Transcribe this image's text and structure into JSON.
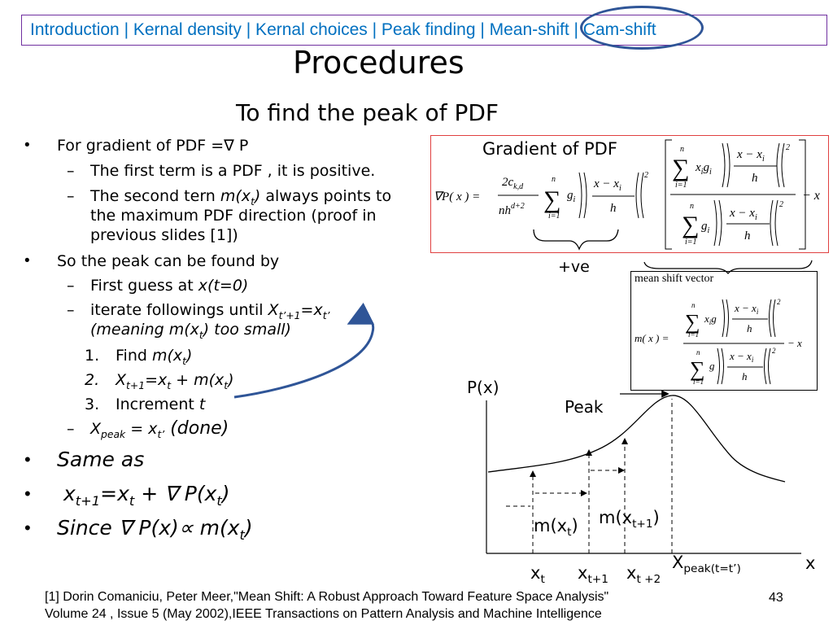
{
  "nav": {
    "text": "Introduction | Kernal density | Kernal choices | Peak finding | Mean-shift | Cam-shift"
  },
  "title": "Procedures",
  "subtitle": "To find the peak of PDF",
  "bullets": {
    "b1": "For gradient of PDF =∇ P",
    "b1_sub1": "The first term is a PDF , it is positive.",
    "b1_sub2_a": "The second tern ",
    "b1_sub2_b": "m(x",
    "b1_sub2_c": "t",
    "b1_sub2_d": ")",
    "b1_sub2_e": " always points to",
    "b1_sub2_line2": "the maximum PDF direction (proof in",
    "b1_sub2_line3": "previous slides [1])",
    "b2": "So the peak can be found by",
    "b2_sub1_a": "First guess at ",
    "b2_sub1_b": "x(t=0)",
    "b2_sub2_a": "iterate followings until ",
    "b2_sub2_b": "X",
    "b2_sub2_c": "t’+1",
    "b2_sub2_d": "=x",
    "b2_sub2_e": "t’",
    "b2_sub2_line2_a": "(meaning m(x",
    "b2_sub2_line2_b": "t",
    "b2_sub2_line2_c": ") too small)",
    "step1_num": "1.",
    "step1_a": "Find ",
    "step1_b": "m(x",
    "step1_c": "t",
    "step1_d": ")",
    "step2_num": "2.",
    "step2_a": "X",
    "step2_b": "t+1",
    "step2_c": "=x",
    "step2_d": "t",
    "step2_e": " + m(x",
    "step2_f": "t",
    "step2_g": ")",
    "step3_num": "3.",
    "step3_a": "Increment ",
    "step3_b": "t",
    "b2_sub3_a": "X",
    "b2_sub3_b": "peak",
    "b2_sub3_c": " = x",
    "b2_sub3_d": "t’",
    "b2_sub3_e": " (done)",
    "b3": "Same as",
    "b4_a": "x",
    "b4_b": "t+1",
    "b4_c": "=x",
    "b4_d": "t",
    "b4_e": " + ",
    "b4_f": "∇",
    "b4_g": " P(x",
    "b4_h": "t",
    "b4_i": ")",
    "b5_a": "Since ",
    "b5_b": "∇",
    "b5_c": " P(x)",
    "b5_d": "∝",
    "b5_e": " m(x",
    "b5_f": "t",
    "b5_g": ")"
  },
  "formula": {
    "label": "Gradient of PDF",
    "lhs": "∇P( x ) =",
    "coef_num": "2c",
    "coef_num_sub": "k,d",
    "coef_den": "nh",
    "coef_den_sup": "d+2",
    "sum_top": "n",
    "sum_bottom": "i=1",
    "g": "g",
    "g_sub": "i",
    "frac_num": "x − x",
    "frac_num_sub": "i",
    "frac_den": "h",
    "sq": "2",
    "num_term": "x",
    "num_term_sub": "i",
    "minus_x": "− x"
  },
  "positive_label": "+ve",
  "mean_shift": {
    "label": "mean shift vector",
    "lhs": "m( x ) ="
  },
  "plot": {
    "ylabel": "P(x)",
    "xlabel": "x",
    "peak_label": "Peak",
    "m_xt": "m(x",
    "m_xt_sub": "t",
    "m_xt_close": ")",
    "m_xt1": "m(x",
    "m_xt1_sub": "t+1",
    "m_xt1_close": ")",
    "xt": "x",
    "xt_sub": "t",
    "xt1": "x",
    "xt1_sub": "t+1",
    "xt2": "x",
    "xt2_sub": "t +2",
    "xpeak": "X",
    "xpeak_sub": "peak(t=t’)"
  },
  "footnote": {
    "line1": "[1] Dorin Comaniciu, Peter Meer,\"Mean Shift: A Robust Approach Toward Feature Space Analysis\"",
    "line2": "Volume 24 ,  Issue 5  (May 2002),IEEE Transactions on Pattern Analysis and Machine Intelligence"
  },
  "page_number": "43",
  "colors": {
    "nav_text": "#0070C0",
    "nav_border": "#7030A0",
    "ellipse": "#2F5597",
    "formula_border": "#E04040"
  }
}
